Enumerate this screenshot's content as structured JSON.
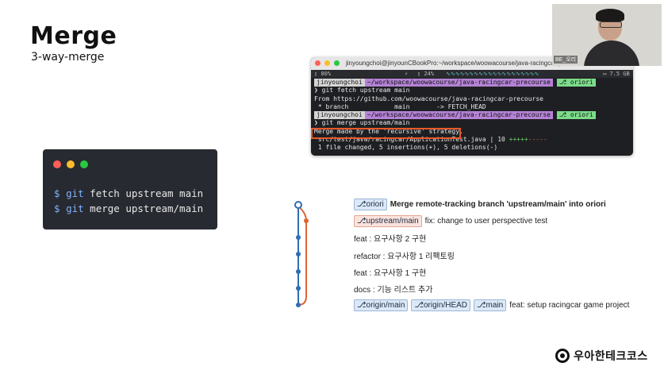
{
  "slide": {
    "title": "Merge",
    "subtitle": "3-way-merge"
  },
  "code_card": {
    "lines": [
      {
        "prompt": "$",
        "cmd": "git",
        "args": "fetch upstream main"
      },
      {
        "prompt": "$",
        "cmd": "git",
        "args": "merge upstream/main"
      }
    ],
    "colors": {
      "red": "#ff5f57",
      "yellow": "#febc2e",
      "green": "#28c840"
    }
  },
  "terminal": {
    "window_title": "jinyoungchoi@jinyounCBookPro:~/workspace/woowacourse/java-racingcar-precourse",
    "status": {
      "cpu": "80%",
      "mem": "24%",
      "disk": "7.5 GB"
    },
    "user": "jinyoungchoi",
    "path": "~/workspace/woowacourse/java-racingcar-precourse",
    "branch": "oriori",
    "lines": {
      "cmd1": "git fetch upstream main",
      "from": "From https://github.com/woowacourse/java-racingcar-precourse",
      "branch_line": " * branch            main       -> FETCH_HEAD",
      "cmd2": "git merge upstream/main",
      "merge_msg": "Merge made by the 'recursive' strategy.",
      "file_line": " src/test/java/racingcar/ApplicationTest.java | 10 ",
      "file_plus": "+++++",
      "file_minus": "-----",
      "summary": " 1 file changed, 5 insertions(+), 5 deletions(-)"
    }
  },
  "webcam": {
    "tag": "BE_오리"
  },
  "graph": {
    "commits": [
      {
        "refs": [
          {
            "name": "oriori",
            "style": "blue"
          }
        ],
        "message": "Merge remote-tracking branch 'upstream/main' into oriori",
        "bold": true
      },
      {
        "refs": [
          {
            "name": "upstream/main",
            "style": "red"
          }
        ],
        "message": "fix: change to user perspective test",
        "bold": false
      },
      {
        "refs": [],
        "message": "feat : 요구사항 2 구현",
        "bold": false
      },
      {
        "refs": [],
        "message": "refactor : 요구사항 1 리팩토링",
        "bold": false
      },
      {
        "refs": [],
        "message": "feat : 요구사항 1 구현",
        "bold": false
      },
      {
        "refs": [],
        "message": "docs : 기능 리스트 추가",
        "bold": false
      },
      {
        "refs": [
          {
            "name": "origin/main",
            "style": "blue"
          },
          {
            "name": "origin/HEAD",
            "style": "blue"
          },
          {
            "name": "main",
            "style": "blue"
          }
        ],
        "message": "feat: setup racingcar game project",
        "bold": false
      }
    ],
    "colors": {
      "blue": "#2f6db5",
      "orange": "#e0642f"
    }
  },
  "logo": {
    "text": "우아한테크코스"
  }
}
